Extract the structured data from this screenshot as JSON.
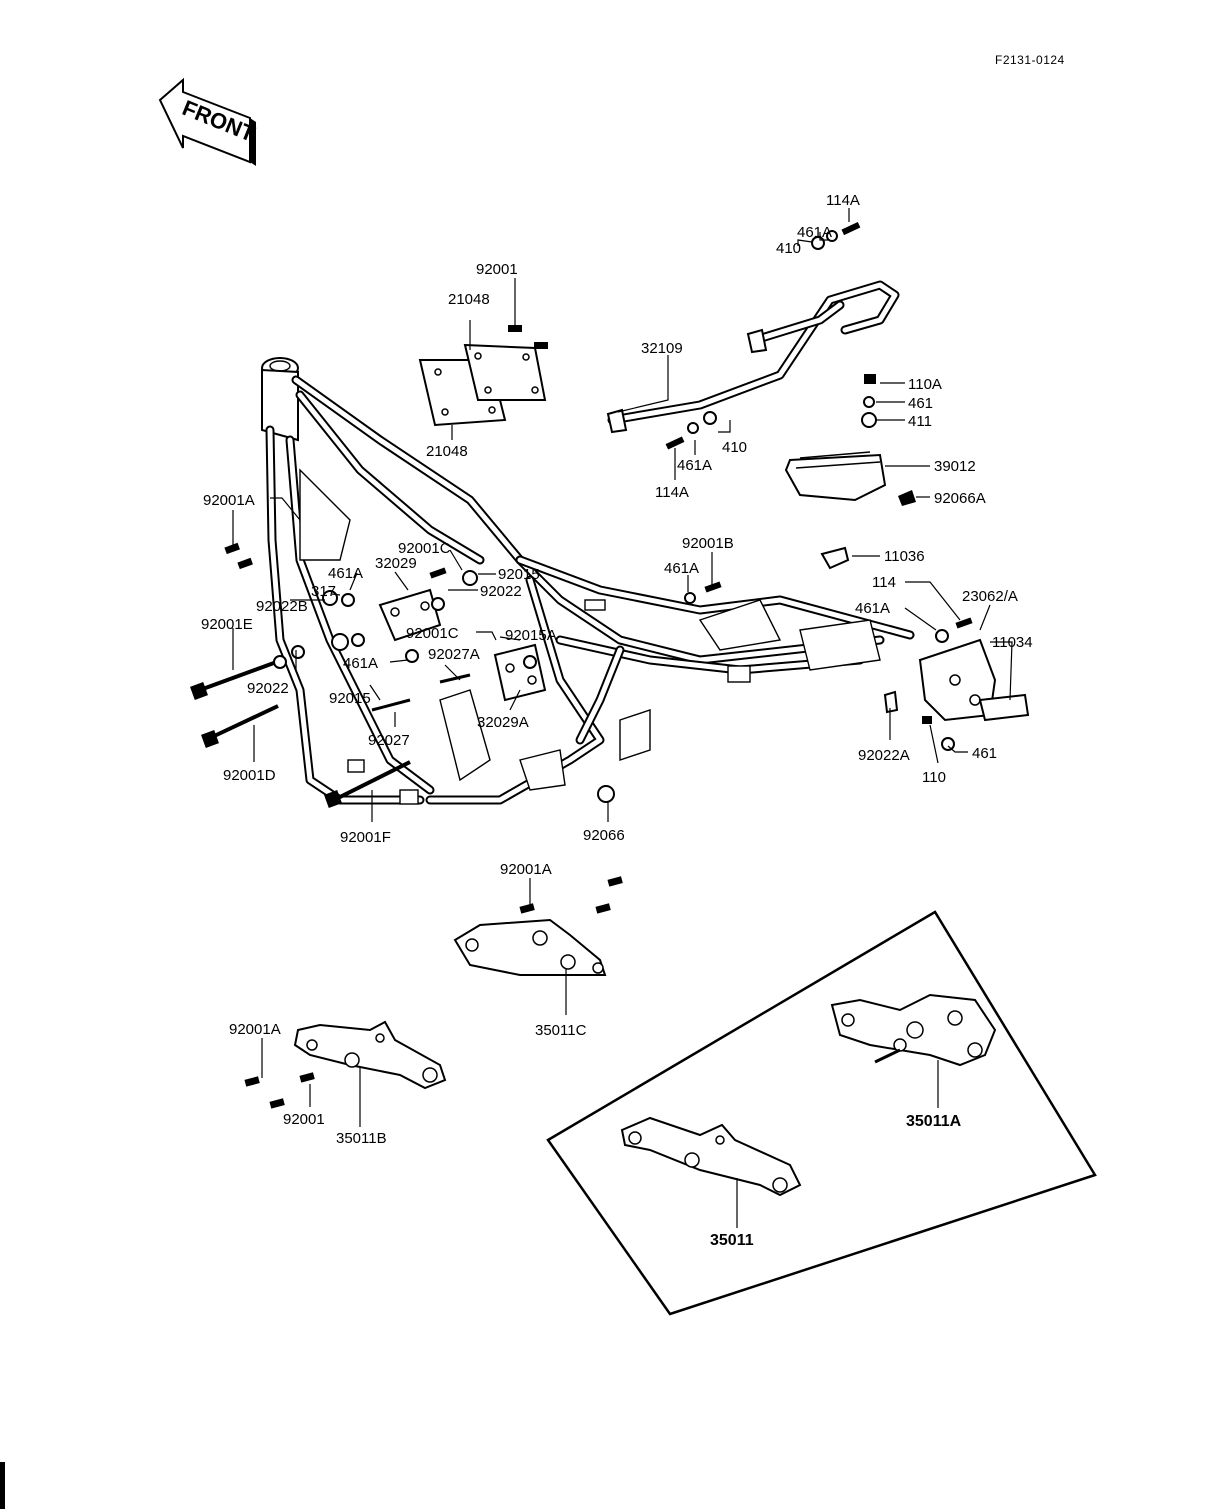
{
  "diagram_code": "F2131-0124",
  "front_label": "FRONT",
  "labels": [
    {
      "id": "l114A_top",
      "text": "114A"
    },
    {
      "id": "l461A_top",
      "text": "461A"
    },
    {
      "id": "l410_top",
      "text": "410"
    },
    {
      "id": "l92001_top",
      "text": "92001"
    },
    {
      "id": "l21048_a",
      "text": "21048"
    },
    {
      "id": "l21048_b",
      "text": "21048"
    },
    {
      "id": "l32109",
      "text": "32109"
    },
    {
      "id": "l110A",
      "text": "110A"
    },
    {
      "id": "l461_top",
      "text": "461"
    },
    {
      "id": "l411",
      "text": "411"
    },
    {
      "id": "l410_mid",
      "text": "410"
    },
    {
      "id": "l461A_mid",
      "text": "461A"
    },
    {
      "id": "l114A_mid",
      "text": "114A"
    },
    {
      "id": "l39012",
      "text": "39012"
    },
    {
      "id": "l92066A",
      "text": "92066A"
    },
    {
      "id": "l92001A_left",
      "text": "92001A"
    },
    {
      "id": "l92001C_a",
      "text": "92001C"
    },
    {
      "id": "l461A_l1",
      "text": "461A"
    },
    {
      "id": "l32029",
      "text": "32029"
    },
    {
      "id": "l92015_a",
      "text": "92015"
    },
    {
      "id": "l92022_a",
      "text": "92022"
    },
    {
      "id": "l317",
      "text": "317"
    },
    {
      "id": "l92022B",
      "text": "92022B"
    },
    {
      "id": "l92001B",
      "text": "92001B"
    },
    {
      "id": "l461A_r1",
      "text": "461A"
    },
    {
      "id": "l11036",
      "text": "11036"
    },
    {
      "id": "l114",
      "text": "114"
    },
    {
      "id": "l23062A",
      "text": "23062/A"
    },
    {
      "id": "l461A_r2",
      "text": "461A"
    },
    {
      "id": "l11034",
      "text": "11034"
    },
    {
      "id": "l92001E",
      "text": "92001E"
    },
    {
      "id": "l92001C_b",
      "text": "92001C"
    },
    {
      "id": "l92015A",
      "text": "92015A"
    },
    {
      "id": "l461A_l2",
      "text": "461A"
    },
    {
      "id": "l92027A",
      "text": "92027A"
    },
    {
      "id": "l92022_b",
      "text": "92022"
    },
    {
      "id": "l92015_b",
      "text": "92015"
    },
    {
      "id": "l32029A",
      "text": "32029A"
    },
    {
      "id": "l92027",
      "text": "92027"
    },
    {
      "id": "l92001D",
      "text": "92001D"
    },
    {
      "id": "l92022A",
      "text": "92022A"
    },
    {
      "id": "l461_r",
      "text": "461"
    },
    {
      "id": "l110",
      "text": "110"
    },
    {
      "id": "l92001F",
      "text": "92001F"
    },
    {
      "id": "l92066",
      "text": "92066"
    },
    {
      "id": "l92001A_mid",
      "text": "92001A"
    },
    {
      "id": "l35011C",
      "text": "35011C"
    },
    {
      "id": "l92001A_bl",
      "text": "92001A"
    },
    {
      "id": "l92001_bl",
      "text": "92001"
    },
    {
      "id": "l35011B",
      "text": "35011B"
    },
    {
      "id": "l35011A",
      "text": "35011A"
    },
    {
      "id": "l35011",
      "text": "35011"
    }
  ]
}
